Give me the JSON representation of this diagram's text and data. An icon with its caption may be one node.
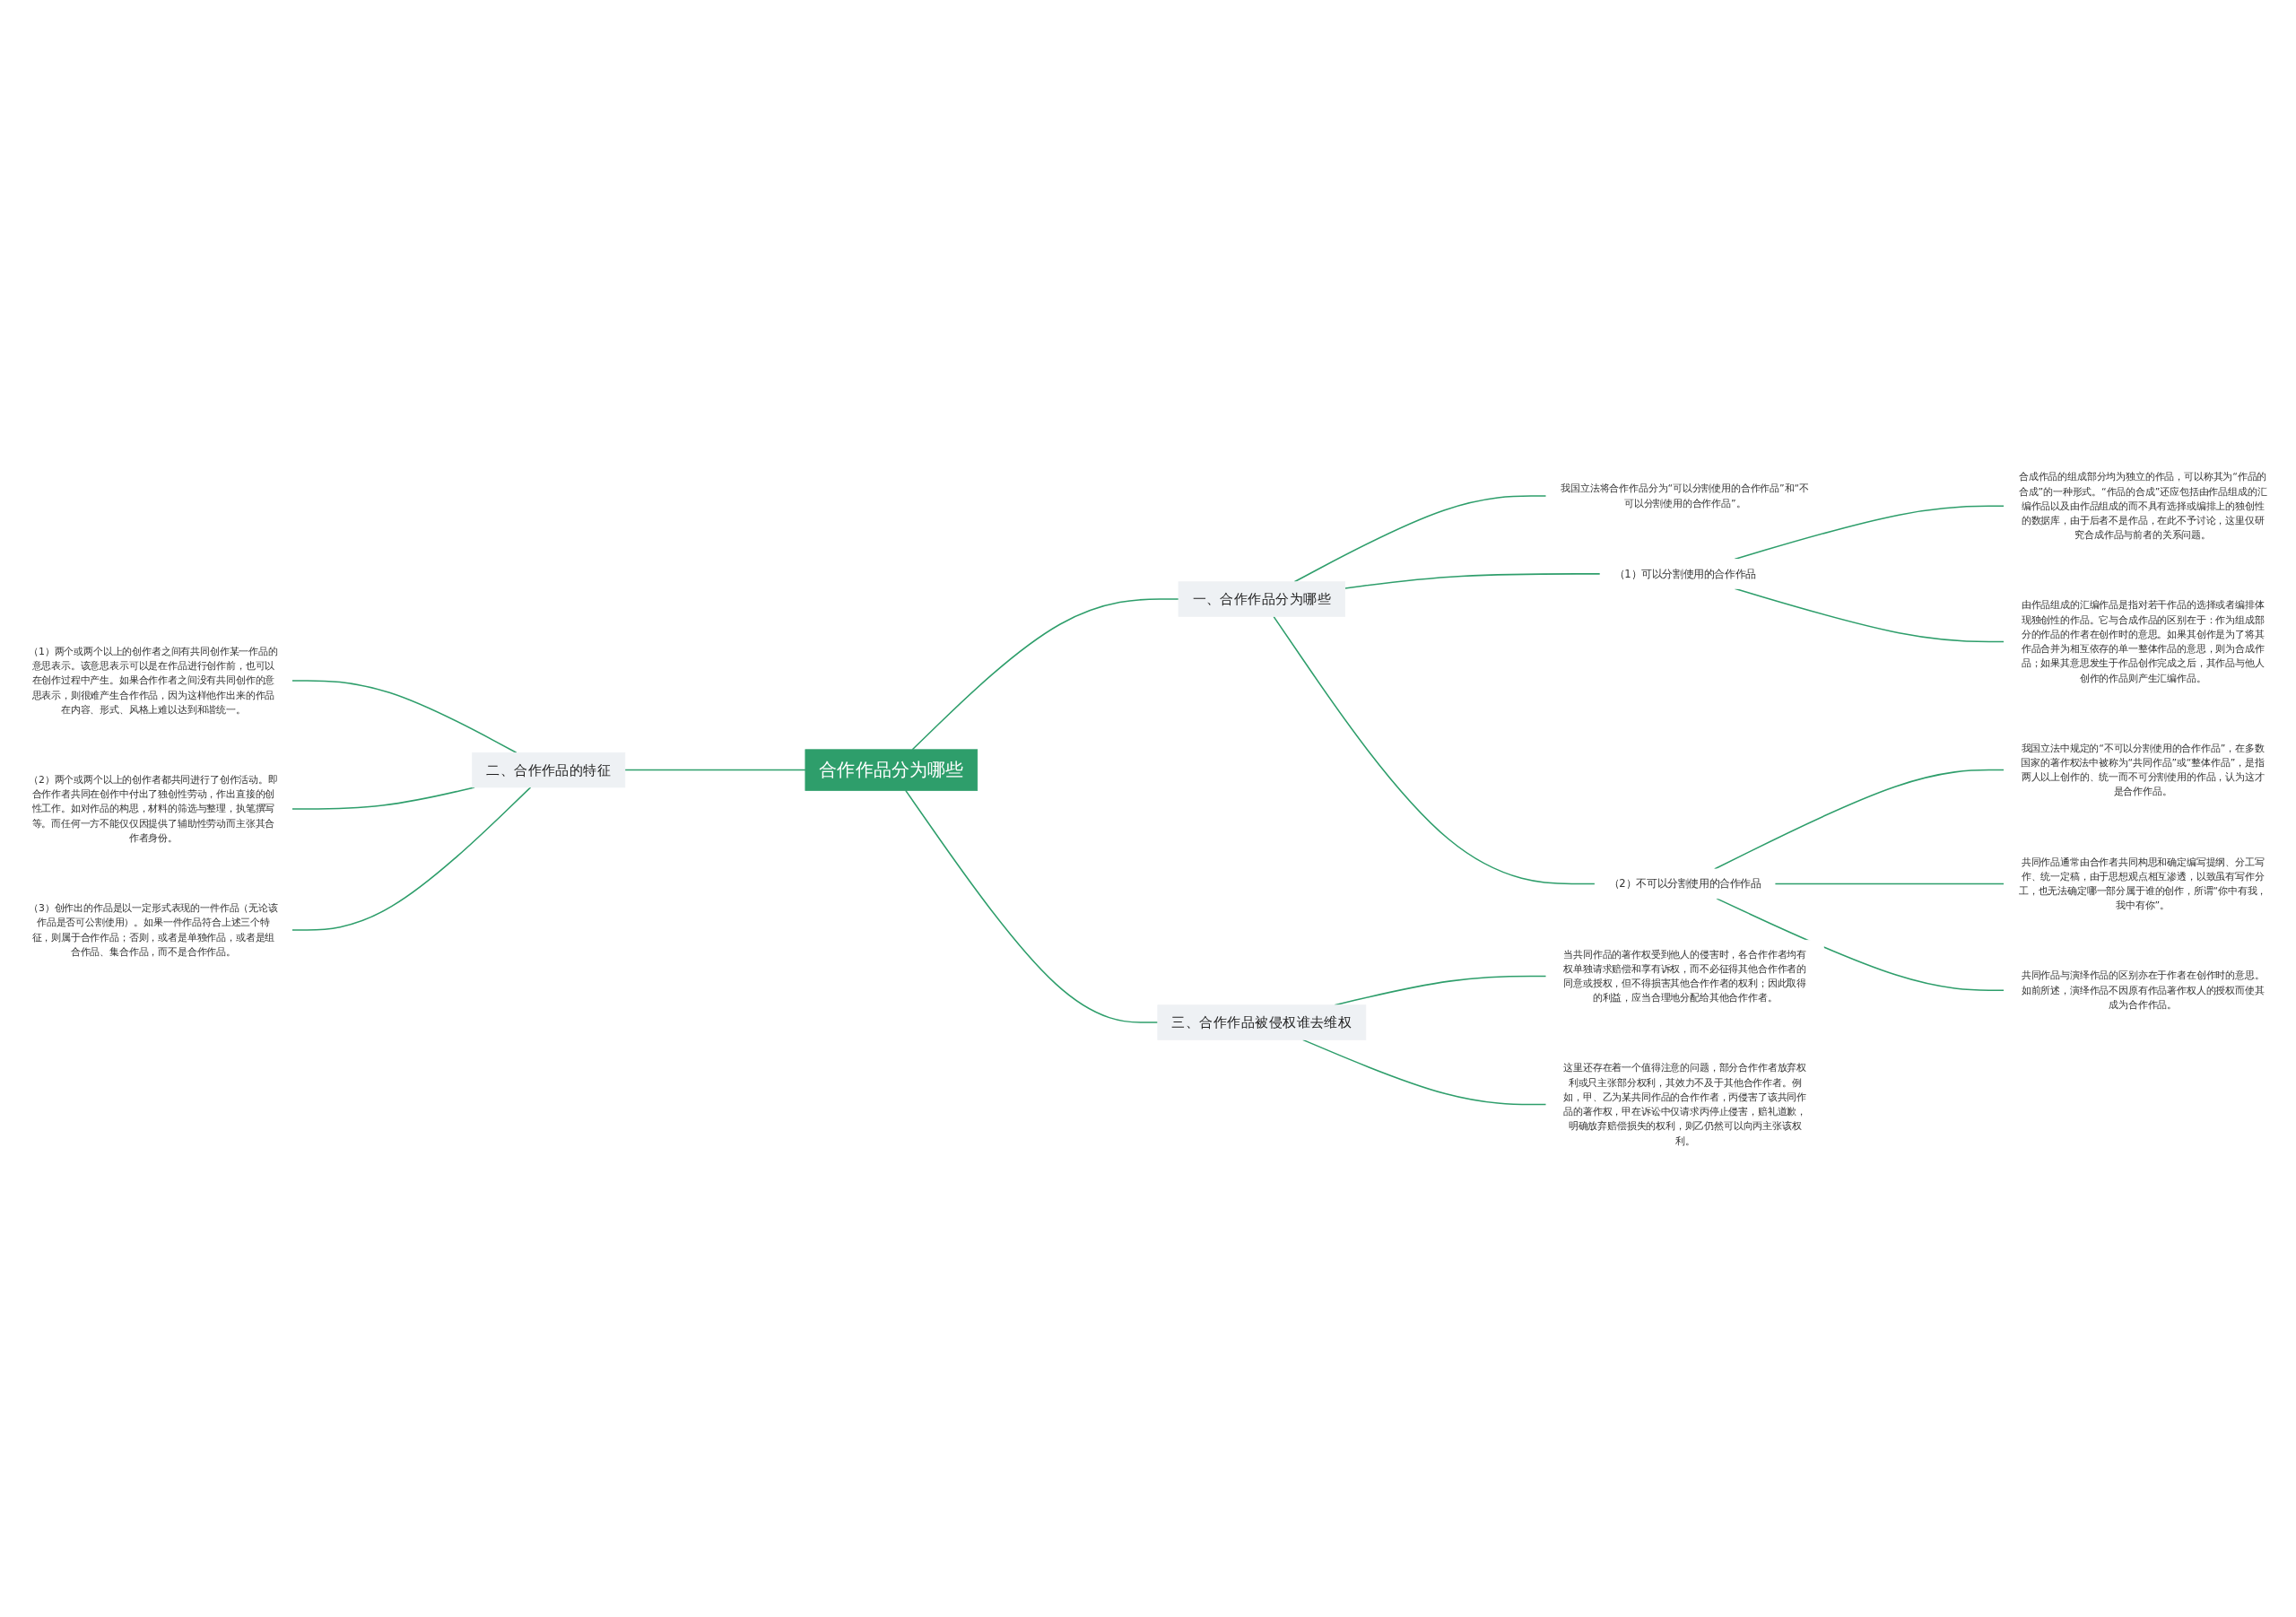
{
  "diagram": {
    "nodes": [
      {
        "text": [
          "合作作品分为哪些"
        ]
      },
      {
        "text": [
          "一、合作作品分为哪些"
        ]
      },
      {
        "text": [
          "我国立法将合作作品分为“可以分割使用的合作作品”和“不可以分割使用的合作作品”。"
        ]
      },
      {
        "text": [
          "（1）可以分割使用的合作作品"
        ]
      },
      {
        "text": [
          "合成作品的组成部分均为独立的作品，可以称其为“作品的合成”的一种形式。“作品的合成”还应包括由作品组成的汇编作品以及由作品组成的而不具有选择或编排上的独创性的数据库，由于后者不是作品，在此不予讨论，这里仅研究合成作品与前者的关系问题。"
        ]
      },
      {
        "text": [
          "由作品组成的汇编作品是指对若干作品的选择或者编排体现独创性的作品。它与合成作品的区别在于：作为组成部分的作品的作者在创作时的意思。如果其创作是为了将其作品合并为相互依存的单一整体作品的意思，则为合成作品；如果其意思发生于作品创作完成之后，其作品与他人创作的作品则产生汇编作品。"
        ]
      },
      {
        "text": [
          "（2）不可以分割使用的合作作品"
        ]
      },
      {
        "text": [
          "我国立法中规定的“不可以分割使用的合作作品”，在多数国家的著作权法中被称为“共同作品”或“整体作品”，是指两人以上创作的、统一而不可分割使用的作品，认为这才是合作作品。"
        ]
      },
      {
        "text": [
          "共同作品通常由合作者共同构思和确定编写提纲、分工写作、统一定稿，由于思想观点相互渗透，以致虽有写作分工，也无法确定哪一部分属于谁的创作，所谓“你中有我，我中有你”。"
        ]
      },
      {
        "text": [
          "共同作品与演绎作品的区别亦在于作者在创作时的意思。如前所述，演绎作品不因原有作品著作权人的授权而使其成为合作作品。"
        ]
      },
      {
        "text": [
          "二、合作作品的特征"
        ]
      },
      {
        "text": [
          "（1）两个或两个以上的创作者之间有共同创作某一作品的意思表示。该意思表示可以是在作品进行创作前，也可以在创作过程中产生。如果合作作者之间没有共同创作的意思表示，则很难产生合作作品，因为这样他作出来的作品在内容、形式、风格上难以达到和谐统一。"
        ]
      },
      {
        "text": [
          "（2）两个或两个以上的创作者都共同进行了创作活动。即合作作者共同在创作中付出了独创性劳动，作出直接的创性工作。如对作品的构思，材料的筛选与整理，执笔撰写等。而任何一方不能仅仅因提供了辅助性劳动而主张其合作者身份。"
        ]
      },
      {
        "text": [
          "（3）创作出的作品是以一定形式表现的一件作品（无论该作品是否可公割使用）。如果一件作品符合上述三个特征，则属于合作作品；否则，或者是单独作品，或者是组合作品、集合作品，而不是合作作品。"
        ]
      },
      {
        "text": [
          "三、合作作品被侵权谁去维权"
        ]
      },
      {
        "text": [
          "当共同作品的著作权受到他人的侵害时，各合作作者均有权单独请求赔偿和享有诉权，而不必征得其他合作作者的同意或授权，但不得损害其他合作作者的权利；因此取得的利益，应当合理地分配给其他合作作者。"
        ]
      },
      {
        "text": [
          "这里还存在着一个值得注意的问题，部分合作作者放弃权利或只主张部分权利，其效力不及于其他合作作者。例如，甲、乙为某共同作品的合作作者，丙侵害了该共同作品的著作权，甲在诉讼中仅请求丙停止侵害，赔礼道歉，明确放弃赔偿损失的权利，则乙仍然可以向丙主张该权利。"
        ]
      }
    ],
    "edges": [
      {
        "from": 0,
        "to": 1,
        "arrow": "none"
      },
      {
        "from": 1,
        "to": 2,
        "arrow": "none"
      },
      {
        "from": 1,
        "to": 3,
        "arrow": "none"
      },
      {
        "from": 3,
        "to": 4,
        "arrow": "none"
      },
      {
        "from": 3,
        "to": 5,
        "arrow": "none"
      },
      {
        "from": 1,
        "to": 6,
        "arrow": "none"
      },
      {
        "from": 6,
        "to": 7,
        "arrow": "none"
      },
      {
        "from": 6,
        "to": 8,
        "arrow": "none"
      },
      {
        "from": 6,
        "to": 9,
        "arrow": "none"
      },
      {
        "from": 0,
        "to": 10,
        "arrow": "none"
      },
      {
        "from": 10,
        "to": 11,
        "arrow": "none"
      },
      {
        "from": 10,
        "to": 12,
        "arrow": "none"
      },
      {
        "from": 10,
        "to": 13,
        "arrow": "none"
      },
      {
        "from": 0,
        "to": 14,
        "arrow": "none"
      },
      {
        "from": 14,
        "to": 15,
        "arrow": "none"
      },
      {
        "from": 14,
        "to": 16,
        "arrow": "none"
      }
    ]
  }
}
